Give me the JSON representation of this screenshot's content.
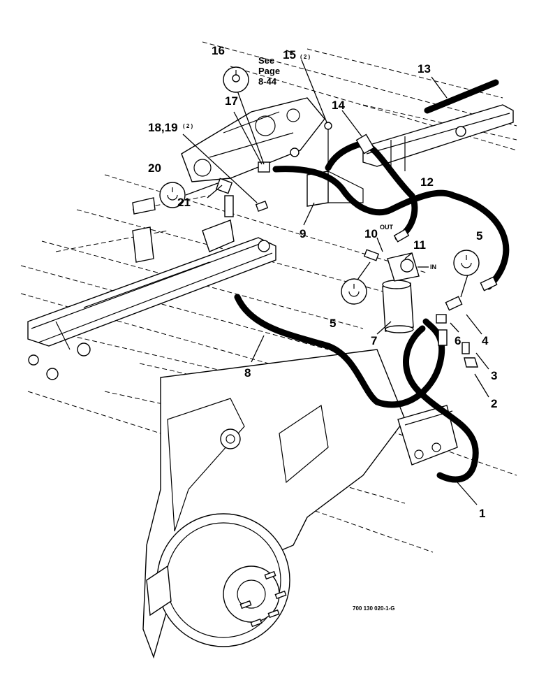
{
  "labels": {
    "l1": "1",
    "l2": "2",
    "l3": "3",
    "l4": "4",
    "l5a": "5",
    "l5b": "5",
    "l6": "6",
    "l7": "7",
    "l8": "8",
    "l9": "9",
    "l10": "10",
    "l11": "11",
    "l12": "12",
    "l13": "13",
    "l14": "14",
    "l15": "15",
    "l15q": "( 2 )",
    "l16": "16",
    "l17": "17",
    "l18": "18,19",
    "l18q": "( 2 )",
    "l20": "20",
    "l21": "21"
  },
  "see_page": {
    "line1": "See",
    "line2": "Page",
    "line3": "8-44"
  },
  "filter": {
    "out": "OUT",
    "in": "IN"
  },
  "figure_id": "700 130 020-1-G",
  "colors": {
    "ink": "#000000",
    "paper": "#ffffff"
  }
}
